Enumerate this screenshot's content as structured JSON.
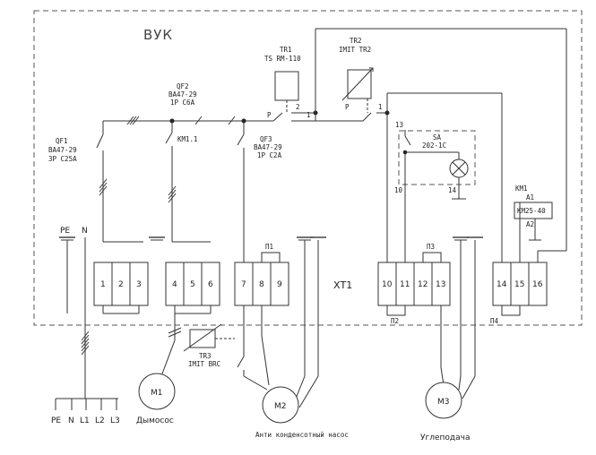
{
  "enclosure_label": "ВУК",
  "terminal_block_label": "ХТ1",
  "tr1": {
    "id": "TR1",
    "model": "TS RM-110"
  },
  "tr2": {
    "id": "TR2",
    "model": "IMIT TR2"
  },
  "tr3": {
    "id": "TR3",
    "model": "IMIT BRC"
  },
  "qf1": {
    "id": "QF1",
    "model": "ВА47-29",
    "rating": "3P C25A"
  },
  "qf2": {
    "id": "QF2",
    "model": "ВА47-29",
    "rating": "1P C6A"
  },
  "qf3": {
    "id": "QF3",
    "model": "ВА47-29",
    "rating": "1P C2A"
  },
  "km1_contact": "КМ1.1",
  "km1_coil": {
    "id": "КМ1",
    "a1": "А1",
    "model": "КМ25-40",
    "a2": "А2"
  },
  "sa": {
    "id": "SA",
    "model": "202-1С"
  },
  "node_labels": {
    "p": "P",
    "two": "2",
    "one": "1",
    "t13": "13",
    "t10": "10",
    "t14": "14"
  },
  "terminals": [
    "1",
    "2",
    "3",
    "4",
    "5",
    "6",
    "7",
    "8",
    "9",
    "10",
    "11",
    "12",
    "13",
    "14",
    "15",
    "16"
  ],
  "jumpers": [
    "П1",
    "П2",
    "П3",
    "П4"
  ],
  "grounds": {
    "pe": "PE",
    "n": "N"
  },
  "supply": [
    "PE",
    "N",
    "L1",
    "L2",
    "L3"
  ],
  "motors": [
    {
      "id": "М1",
      "caption": "Дымосос"
    },
    {
      "id": "М2",
      "caption": "Анти конденсотный насос"
    },
    {
      "id": "М3",
      "caption": "Углеподача"
    }
  ]
}
